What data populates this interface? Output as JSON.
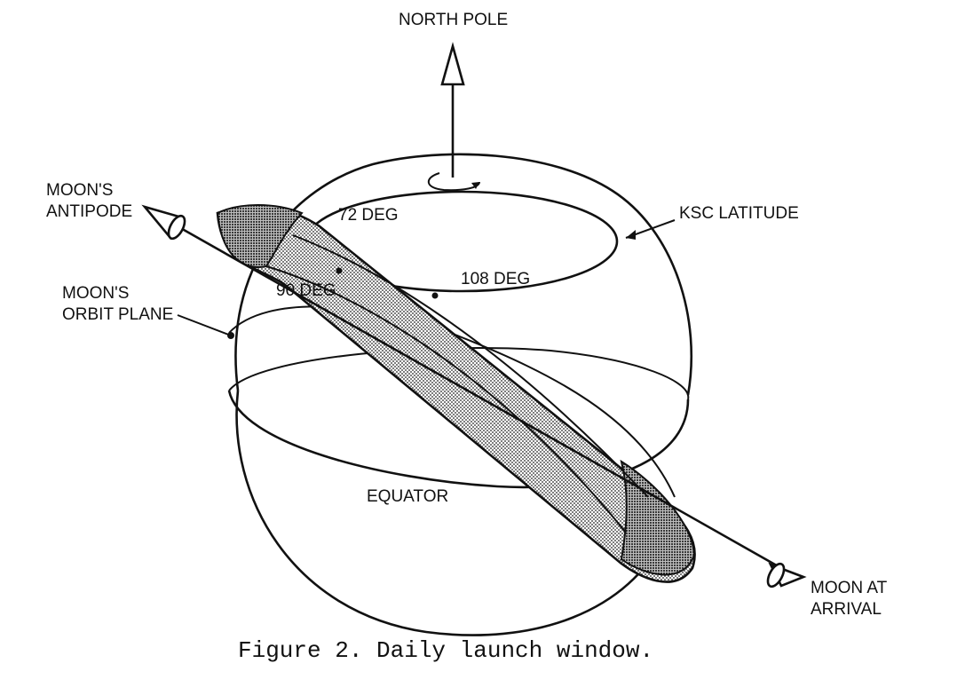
{
  "labels": {
    "north_pole": "NORTH POLE",
    "moons_antipode_line1": "MOON'S",
    "moons_antipode_line2": "ANTIPODE",
    "deg_72": "72 DEG",
    "ksc_latitude": "KSC LATITUDE",
    "deg_108": "108 DEG",
    "deg_90": "90 DEG",
    "orbit_plane_line1": "MOON'S",
    "orbit_plane_line2": "ORBIT PLANE",
    "equator": "EQUATOR",
    "moon_arrival_line1": "MOON AT",
    "moon_arrival_line2": "ARRIVAL"
  },
  "caption": "Figure 2. Daily launch window."
}
